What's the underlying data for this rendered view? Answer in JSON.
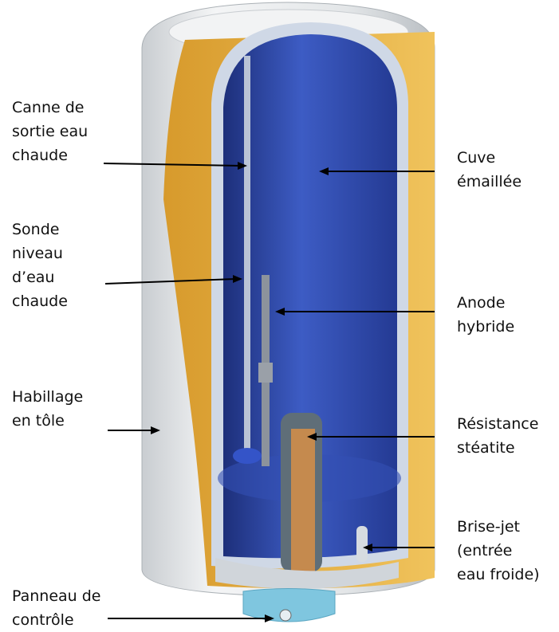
{
  "labels": {
    "canne": "Canne de\nsortie eau\nchaude",
    "sonde": "Sonde\nniveau\nd’eau\nchaude",
    "habillage": "Habillage\nen tôle",
    "panneau": "Panneau de\ncontrôle",
    "cuve": "Cuve\némaillée",
    "anode": "Anode\nhybride",
    "resistance": "Résistance\nstéatite",
    "brise_jet": "Brise-jet\n(entrée\neau froide)"
  },
  "colors": {
    "casing": "#e9ecee",
    "insulation": "#e8b447",
    "tank": "#2f47a8",
    "control_panel": "#7fc6df",
    "arrow": "#000000"
  }
}
